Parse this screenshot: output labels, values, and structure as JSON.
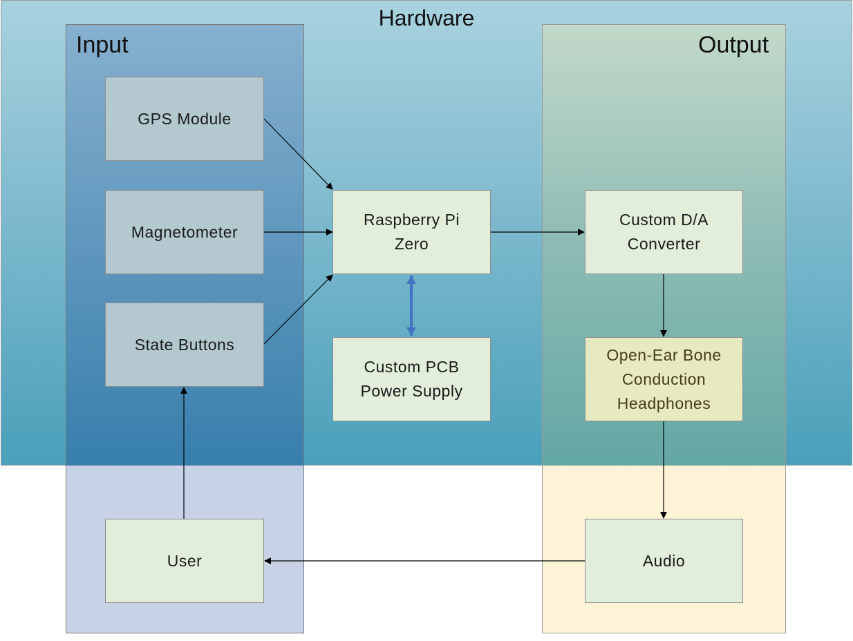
{
  "title": "Hardware",
  "groups": {
    "input": "Input",
    "output": "Output"
  },
  "nodes": {
    "gps": "GPS Module",
    "magnetometer": "Magnetometer",
    "state_buttons": "State Buttons",
    "user": "User",
    "raspberry": "Raspberry Pi\nZero",
    "power": "Custom PCB\nPower Supply",
    "dac": "Custom D/A\nConverter",
    "headphones": "Open-Ear Bone\nConduction\nHeadphones",
    "audio": "Audio"
  },
  "colors": {
    "power_link": "#4472c4",
    "arrow": "#000000"
  }
}
